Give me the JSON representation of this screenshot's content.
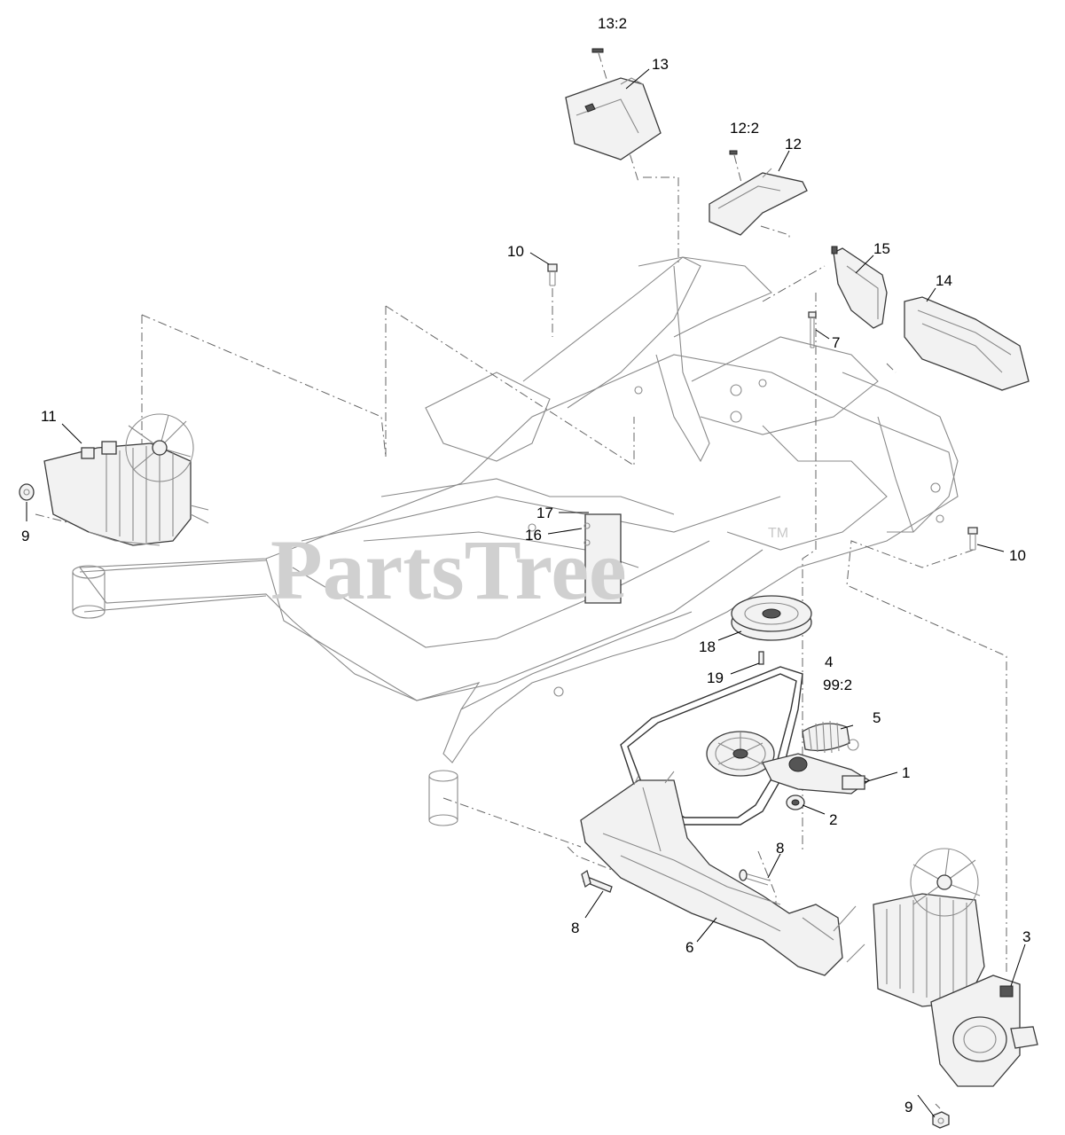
{
  "watermark": {
    "text": "PartsTree",
    "trademark": "TM"
  },
  "callouts": {
    "c13_2": "13:2",
    "c13": "13",
    "c12_2": "12:2",
    "c12": "12",
    "c15": "15",
    "c14": "14",
    "c10_top": "10",
    "c7": "7",
    "c11": "11",
    "c9_left": "9",
    "c17": "17",
    "c16": "16",
    "c10_right": "10",
    "c18": "18",
    "c19": "19",
    "c4": "4",
    "c99_2": "99:2",
    "c5": "5",
    "c1": "1",
    "c2": "2",
    "c8_right": "8",
    "c8_left": "8",
    "c6": "6",
    "c3": "3",
    "c9_bottom": "9"
  }
}
